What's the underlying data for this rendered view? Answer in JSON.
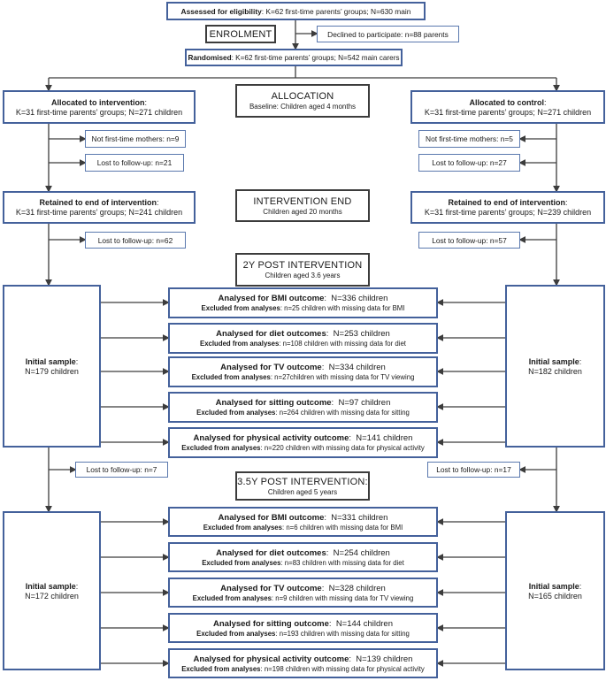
{
  "palette": {
    "box_border": "#44619b",
    "small_box_border": "#5b79ae",
    "stage_border": "#3c3c3c",
    "arrow": "#3c3c3c",
    "text": "#1a1a1a",
    "background": "#ffffff"
  },
  "top": {
    "eligibility": {
      "label": "Assessed for eligibility",
      "rest": ": K=62 first-time parents’ groups; N=630 main"
    },
    "enrolment_label": "ENROLMENT",
    "declined": "Declined to participate: n=88 parents",
    "randomised": {
      "label": "Randomised",
      "rest": ": K=62 first-time parents’ groups; N=542 main carers"
    }
  },
  "allocation": {
    "stage": {
      "title": "ALLOCATION",
      "subtitle": "Baseline: Children aged 4 months"
    },
    "left": {
      "label": "Allocated to intervention",
      "colon": ":",
      "line2": "K=31 first-time parents’ groups; N=271 children",
      "not_first_time": "Not first-time mothers: n=9",
      "lost": "Lost to follow-up: n=21"
    },
    "right": {
      "label": "Allocated to control",
      "colon": ":",
      "line2": "K=31 first-time parents’ groups; N=271 children",
      "not_first_time": "Not first-time mothers: n=5",
      "lost": "Lost to follow-up: n=27"
    }
  },
  "intervention_end": {
    "stage": {
      "title": "INTERVENTION END",
      "subtitle": "Children aged 20 months"
    },
    "left": {
      "label": "Retained to end of intervention",
      "colon": ":",
      "line2": "K=31 first-time parents’ groups; N=241 children",
      "lost": "Lost to follow-up: n=62"
    },
    "right": {
      "label": "Retained to end of intervention",
      "colon": ":",
      "line2": "K=31 first-time parents’ groups; N=239 children",
      "lost": "Lost to follow-up: n=57"
    }
  },
  "post_2y": {
    "stage": {
      "title": "2Y POST INTERVENTION",
      "subtitle": "Children aged 3.6 years"
    },
    "left_sample": {
      "label": "Initial sample",
      "colon": ":",
      "line2": "N=179 children"
    },
    "right_sample": {
      "label": "Initial sample",
      "colon": ":",
      "line2": "N=182 children"
    },
    "outcomes": [
      {
        "t_label": "Analysed for BMI outcome",
        "t_rest": ":  N=336 children",
        "e_label": "Excluded from analyses",
        "e_rest": ": n=25 children with missing data for BMI"
      },
      {
        "t_label": "Analysed for diet outcomes",
        "t_rest": ":  N=253 children",
        "e_label": "Excluded from analyses",
        "e_rest": ": n=108 children with missing data for diet"
      },
      {
        "t_label": "Analysed for TV outcome",
        "t_rest": ":  N=334 children",
        "e_label": "Excluded from analyses",
        "e_rest": ": n=27children with missing data for TV viewing"
      },
      {
        "t_label": "Analysed for sitting outcome",
        "t_rest": ":  N=97 children",
        "e_label": "Excluded from analyses",
        "e_rest": ": n=264 children with missing data for sitting"
      },
      {
        "t_label": "Analysed for physical activity outcome",
        "t_rest": ":  N=141 children",
        "e_label": "Excluded from analyses",
        "e_rest": ": n=220 children with missing data for physical activity"
      }
    ],
    "lost_left": "Lost to follow-up: n=7",
    "lost_right": "Lost to follow-up: n=17"
  },
  "post_35y": {
    "stage": {
      "title": "3.5Y POST INTERVENTION:",
      "subtitle": "Children aged 5 years"
    },
    "left_sample": {
      "label": "Initial sample",
      "colon": ":",
      "line2": "N=172 children"
    },
    "right_sample": {
      "label": "Initial sample",
      "colon": ":",
      "line2": "N=165 children"
    },
    "outcomes": [
      {
        "t_label": "Analysed for BMI outcome",
        "t_rest": ":  N=331 children",
        "e_label": "Excluded from analyses",
        "e_rest": ": n=6 children with missing data for BMI"
      },
      {
        "t_label": "Analysed for diet outcomes",
        "t_rest": ":  N=254 children",
        "e_label": "Excluded from analyses",
        "e_rest": ": n=83 children with missing data for diet"
      },
      {
        "t_label": "Analysed for TV outcome",
        "t_rest": ":  N=328 children",
        "e_label": "Excluded from analyses",
        "e_rest": ": n=9 children with missing data for TV viewing"
      },
      {
        "t_label": "Analysed for sitting outcome",
        "t_rest": ":  N=144 children",
        "e_label": "Excluded from analyses",
        "e_rest": ": n=193 children with missing data for sitting"
      },
      {
        "t_label": "Analysed for physical activity outcome",
        "t_rest": ":  N=139 children",
        "e_label": "Excluded from analyses",
        "e_rest": ": n=198 children with missing data for physical activity"
      }
    ]
  }
}
